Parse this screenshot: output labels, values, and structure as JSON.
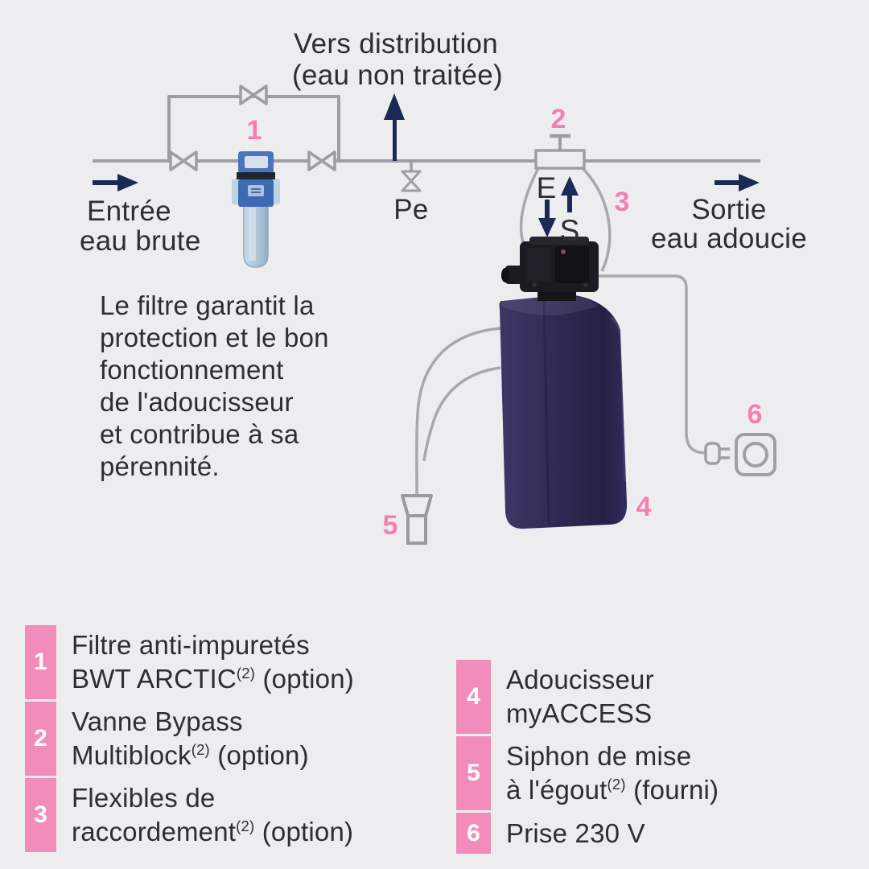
{
  "colors": {
    "background": "#EDEDEF",
    "pipe_gray": "#9E9EA2",
    "hose_gray": "#A8A8AC",
    "navy_arrow": "#1B2A55",
    "marker_pink": "#F47FB2",
    "tile_pink": "#F18CBB",
    "text_dark": "#2E2E30",
    "tank_navy": "#2E2A54",
    "filter_blue": "#3E69B3"
  },
  "diagram": {
    "distribution_label_line1": "Vers distribution",
    "distribution_label_line2": "(eau non traitée)",
    "inlet_label_line1": "Entrée",
    "inlet_label_line2": "eau brute",
    "outlet_label_line1": "Sortie",
    "outlet_label_line2": "eau adoucie",
    "pe_label": "Pe",
    "valve_in_label": "E",
    "valve_out_label": "S",
    "markers": [
      "1",
      "2",
      "3",
      "4",
      "5",
      "6"
    ]
  },
  "note_lines": [
    "Le filtre garantit la",
    "protection et le bon",
    "fonctionnement",
    "de l'adoucisseur",
    "et contribue à sa",
    "pérennité."
  ],
  "legend": {
    "left": [
      {
        "num": "1",
        "line1": "Filtre anti-impuretés",
        "line2_pre": "BWT ARCTIC",
        "line2_sup": "(2)",
        "line2_post": " (option)"
      },
      {
        "num": "2",
        "line1": "Vanne Bypass",
        "line2_pre": "Multiblock",
        "line2_sup": "(2)",
        "line2_post": " (option)"
      },
      {
        "num": "3",
        "line1": "Flexibles de",
        "line2_pre": "raccordement",
        "line2_sup": "(2)",
        "line2_post": " (option)"
      }
    ],
    "right": [
      {
        "num": "4",
        "line1": "Adoucisseur",
        "line2_pre": "myACCESS",
        "line2_sup": "",
        "line2_post": ""
      },
      {
        "num": "5",
        "line1": "Siphon de mise",
        "line2_pre": "à l'égout",
        "line2_sup": "(2)",
        "line2_post": " (fourni)"
      },
      {
        "num": "6",
        "line1": "Prise 230 V"
      }
    ]
  }
}
